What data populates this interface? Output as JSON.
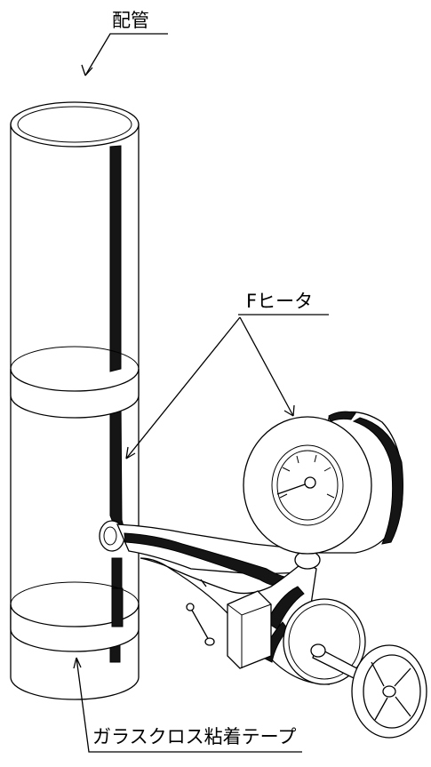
{
  "labels": {
    "pipe": "配管",
    "heater": "Fヒータ",
    "tape": "ガラスクロス粘着テープ"
  }
}
